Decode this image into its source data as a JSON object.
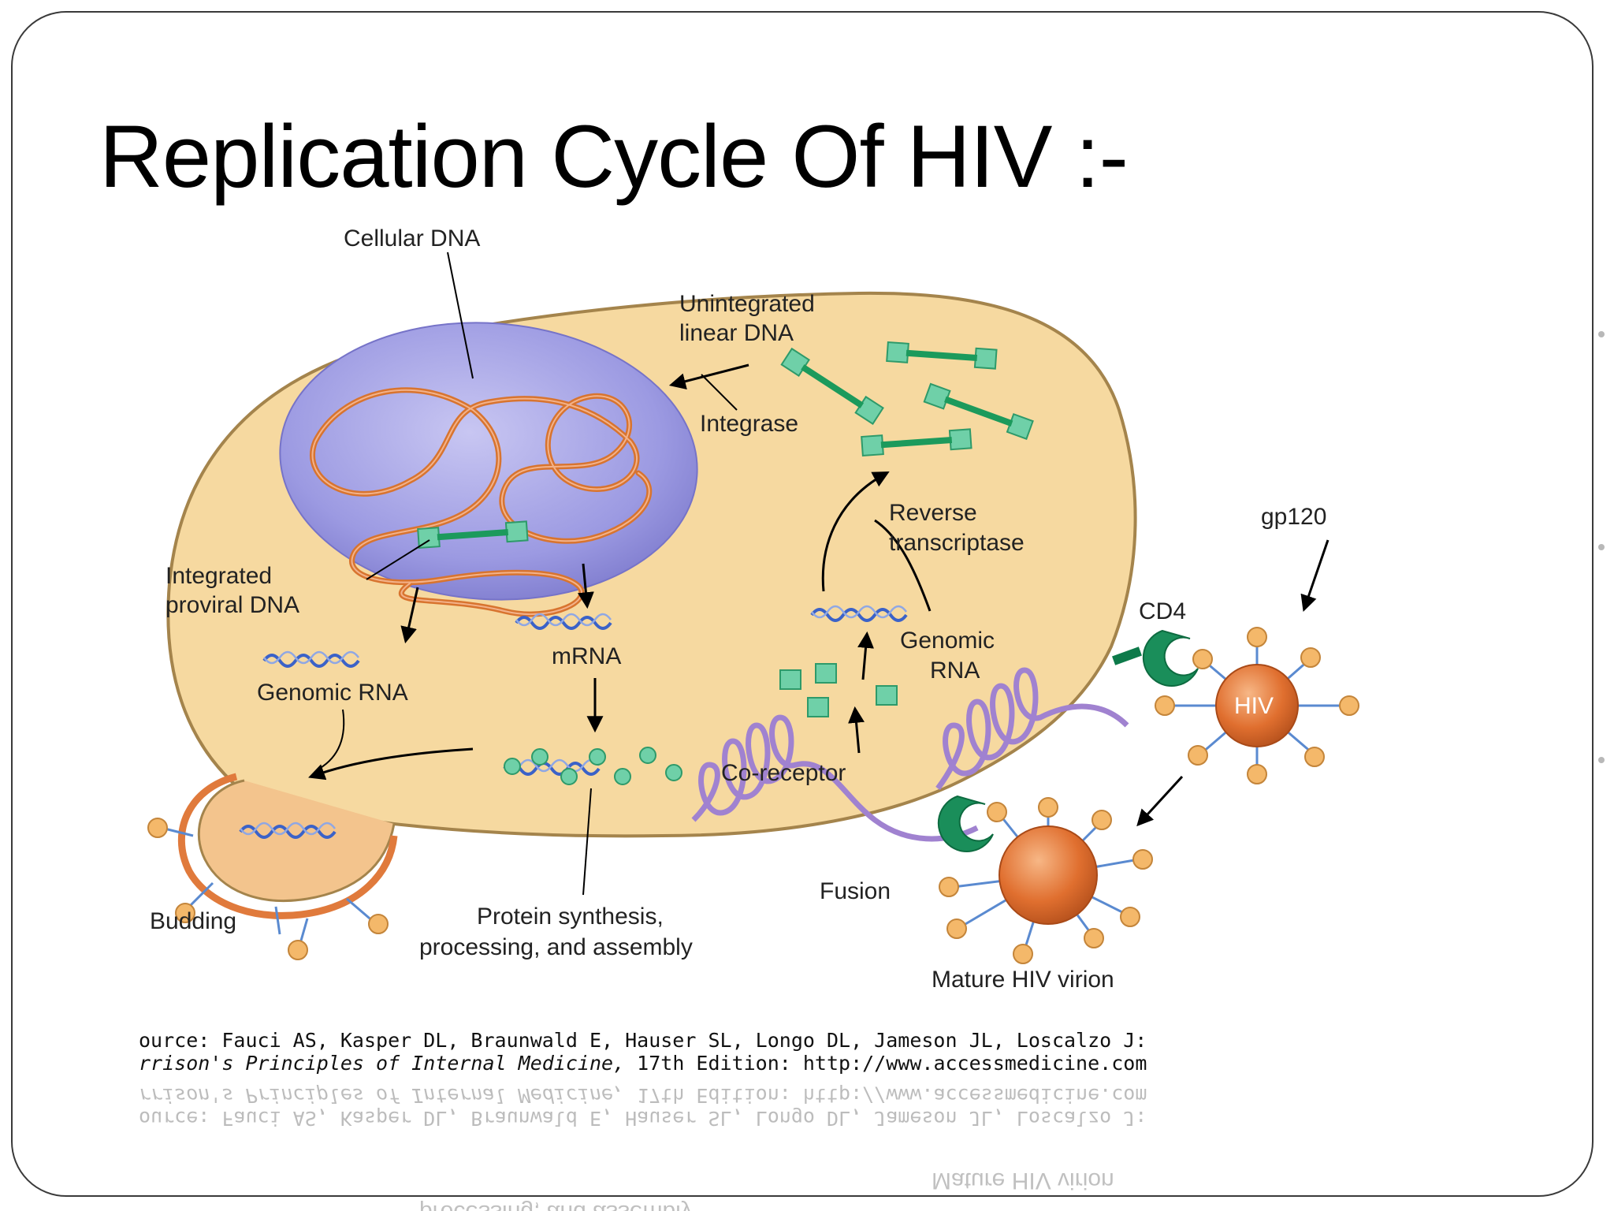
{
  "slide": {
    "title": "Replication Cycle Of HIV :-"
  },
  "diagram": {
    "labels": {
      "cellular_dna": "Cellular DNA",
      "unintegrated_1": "Unintegrated",
      "unintegrated_2": "linear DNA",
      "integrase": "Integrase",
      "reverse_1": "Reverse",
      "reverse_2": "transcriptase",
      "gp120": "gp120",
      "integrated_1": "Integrated",
      "integrated_2": "proviral DNA",
      "cd4": "CD4",
      "mrna": "mRNA",
      "genomic_rna_left": "Genomic RNA",
      "genomic_1": "Genomic",
      "genomic_2": "RNA",
      "hiv": "HIV",
      "co_receptor": "Co-receptor",
      "fusion": "Fusion",
      "budding": "Budding",
      "protein_1": "Protein synthesis,",
      "protein_2": "processing, and assembly",
      "mature": "Mature HIV virion"
    },
    "source": {
      "line1": "ource: Fauci AS, Kasper DL, Braunwald E, Hauser SL, Longo DL, Jameson JL, Loscalzo J:",
      "line2_italic": "rrison's Principles of Internal Medicine,",
      "line2_rest": " 17th Edition: http://www.accessmedicine.com"
    },
    "colors": {
      "cell": "#f6d9a0",
      "cell_stroke": "#a4844c",
      "nucleus": "#9a98e0",
      "dna_strand": "#d8742f",
      "green": "#20b070",
      "square": "#6fd0a8",
      "virion": "#e06f2f",
      "knob": "#f4b86a",
      "spiral": "#a082d0",
      "rna": "#3b62c8"
    }
  }
}
